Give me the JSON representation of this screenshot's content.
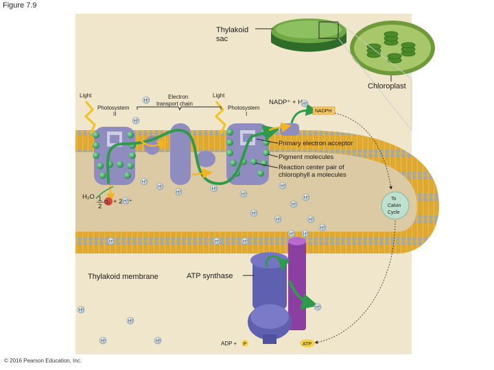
{
  "figure_label": "Figure 7.9",
  "labels": {
    "thylakoid_sac": [
      "Thylakoid",
      "sac"
    ],
    "chloroplast": "Chloroplast",
    "light_left": "Light",
    "light_right": "Light",
    "photosystem_ii": [
      "Photosystem",
      "II"
    ],
    "photosystem_i": [
      "Photosystem",
      "I"
    ],
    "electron_transport_chain": [
      "Electron",
      "transport chain"
    ],
    "nadp_plus": "NADP⁺",
    "plus_h": "+ H⁺",
    "nadph": "NADPH",
    "primary_electron_acceptor": "Primary electron acceptor",
    "pigment_molecules": "Pigment molecules",
    "reaction_center": [
      "Reaction center pair of",
      "chlorophyll a molecules"
    ],
    "h2o": "H₂O",
    "half": [
      "1",
      "2"
    ],
    "o2": "O₂",
    "plus_2h": "+ 2 H⁺",
    "to_calvin_cycle": [
      "To",
      "Calvin",
      "Cycle"
    ],
    "thylakoid_membrane": "Thylakoid membrane",
    "atp_synthase": "ATP synthase",
    "adp_plus": "ADP +",
    "p": "P",
    "atp": "ATP",
    "h_ion": "H⁺"
  },
  "copyright": "© 2016 Pearson Education, Inc.",
  "colors": {
    "stroma": "#efe6cc",
    "lumen": "#dccaa4",
    "membrane_head": "#a3a9a8",
    "membrane_tail": "#e6b23c",
    "protein": "#8f8cbf",
    "pigment": "#3aa161",
    "electron_flow": "#2f9b4a",
    "h_flow": "#f2b51f",
    "atp_synthase": "#6060b0",
    "chloroplast_green": "#6f9a3a"
  }
}
